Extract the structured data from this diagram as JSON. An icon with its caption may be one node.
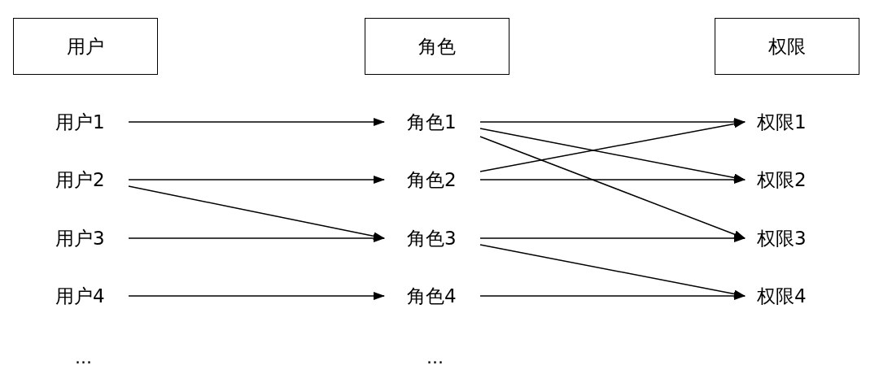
{
  "diagram": {
    "nodes": [
      {
        "text": [
          "用户"
        ]
      },
      {
        "text": [
          "角色"
        ]
      },
      {
        "text": [
          "权限"
        ]
      },
      {
        "text": [
          "用户1"
        ]
      },
      {
        "text": [
          "角色1"
        ]
      },
      {
        "text": [
          "权限1"
        ]
      },
      {
        "text": [
          "用户2"
        ]
      },
      {
        "text": [
          "角色2"
        ]
      },
      {
        "text": [
          "权限2"
        ]
      },
      {
        "text": [
          "用户3"
        ]
      },
      {
        "text": [
          "角色3"
        ]
      },
      {
        "text": [
          "权限3"
        ]
      },
      {
        "text": [
          "用户4"
        ]
      },
      {
        "text": [
          "角色4"
        ]
      },
      {
        "text": [
          "权限4"
        ]
      }
    ],
    "edges": [
      {
        "from": 3,
        "to": 4,
        "arrow": "to"
      },
      {
        "from": 6,
        "to": 7,
        "arrow": "to"
      },
      {
        "from": 6,
        "to": 10,
        "arrow": "to"
      },
      {
        "from": 9,
        "to": 10,
        "arrow": "to"
      },
      {
        "from": 12,
        "to": 13,
        "arrow": "to"
      },
      {
        "from": 4,
        "to": 5,
        "arrow": "to"
      },
      {
        "from": 4,
        "to": 8,
        "arrow": "to"
      },
      {
        "from": 4,
        "to": 11,
        "arrow": "to"
      },
      {
        "from": 7,
        "to": 5,
        "arrow": "to"
      },
      {
        "from": 7,
        "to": 8,
        "arrow": "to"
      },
      {
        "from": 10,
        "to": 11,
        "arrow": "to"
      },
      {
        "from": 10,
        "to": 14,
        "arrow": "to"
      },
      {
        "from": 13,
        "to": 14,
        "arrow": "to"
      }
    ],
    "labels": [
      "...",
      "..."
    ]
  }
}
